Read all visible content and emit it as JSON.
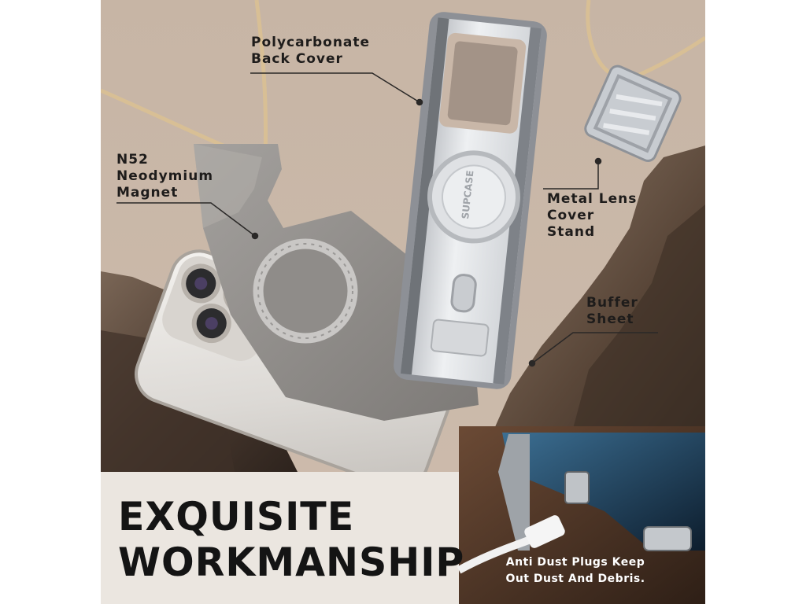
{
  "callouts": {
    "back_cover": [
      "Polycarbonate",
      "Back Cover"
    ],
    "magnet": [
      "N52",
      "Neodymium",
      "Magnet"
    ],
    "lens_stand": [
      "Metal Lens",
      "Cover",
      "Stand"
    ],
    "buffer": [
      "Buffer",
      "Sheet"
    ]
  },
  "case_brand": "SUPCASE",
  "headline": [
    "EXQUISITE",
    "WORKMANSHIP"
  ],
  "inset": {
    "caption": [
      "Anti Dust Plugs Keep",
      "Out Dust And Debris."
    ]
  },
  "colors": {
    "background": "#c9b7a8",
    "case": "#e4e5e7",
    "sheet": "#8e8b89",
    "rock": "#5b4a3f",
    "text": "#1e1c1b"
  }
}
